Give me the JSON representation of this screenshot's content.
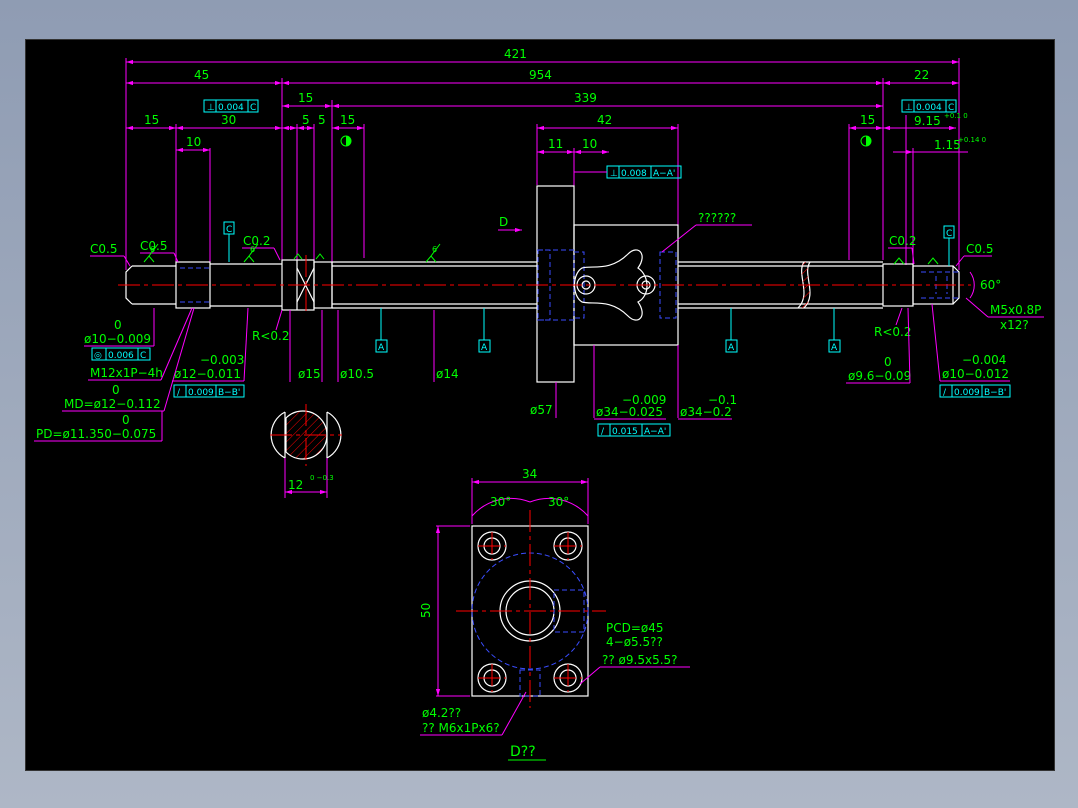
{
  "colors": {
    "background": "#000000",
    "dimension": "#ff00ff",
    "object": "#ffffff",
    "centerline": "#ff0000",
    "hidden": "#3a4dff",
    "text": "#00ff00",
    "datum": "#00ffff"
  },
  "overall": {
    "d421": "421",
    "d45": "45",
    "d954": "954",
    "d22": "22",
    "d15a": "15",
    "d339": "339",
    "d15b": "15",
    "d30": "30",
    "d10": "10",
    "d5a": "5",
    "d5b": "5",
    "d15c": "15",
    "d42": "42",
    "d11": "11",
    "d10b": "10",
    "d15d": "15",
    "d9_15": "9.15",
    "d9_15_tol": "+0.1 0",
    "d1_15": "1.15",
    "d1_15_tol": "+0.14 0"
  },
  "tolerance_frames": {
    "perp_left": {
      "sym": "⊥",
      "val": "0.004",
      "datum": "C"
    },
    "perp_right": {
      "sym": "⊥",
      "val": "0.004",
      "datum": "C"
    },
    "perp_nut": {
      "sym": "⊥",
      "val": "0.008",
      "datum": "A−A'"
    },
    "conc_left": {
      "sym": "◎",
      "val": "0.006",
      "datum": "C"
    },
    "runout_left": {
      "sym": "/",
      "val": "0.009",
      "datum": "B−B'"
    },
    "runout_right": {
      "sym": "/",
      "val": "0.009",
      "datum": "B−B'"
    },
    "runout_nut": {
      "sym": "/",
      "val": "0.015",
      "datum": "A−A'"
    }
  },
  "labels": {
    "c05_left": "C0.5",
    "c05_left2": "C0.5",
    "c02_left": "C0.2",
    "c02_right": "C0.2",
    "c05_right": "C0.5",
    "datum_c": "C",
    "datum_a": "A",
    "view_d": "D",
    "nut_note": "??????",
    "r_left": "R<0.2",
    "r_right": "R<0.2",
    "dia10_left_upper": "0",
    "dia10_left_lower": "ø10−0.009",
    "thread_left": "M12x1P−4h",
    "dia12_upper": "−0.003",
    "dia12_lower": "ø12−0.011",
    "md_upper": "0",
    "md_lower": "MD=ø12−0.112",
    "pd_upper": "0",
    "pd_lower": "PD=ø11.350−0.075",
    "dia15": "ø15",
    "dia10_5": "ø10.5",
    "dia14": "ø14",
    "dia57": "ø57",
    "dia34a_upper": "−0.009",
    "dia34a_lower": "ø34−0.025",
    "dia34b_upper": "−0.1",
    "dia34b_lower": "ø34−0.2",
    "dia9_6_upper": "0",
    "dia9_6_lower": "ø9.6−0.09",
    "dia10_right_upper": "−0.004",
    "dia10_right_lower": "ø10−0.012",
    "angle60": "60°",
    "thread_right": "M5x0.8P",
    "thread_right_depth": "x12?",
    "section_w": "12",
    "section_tol": "0 −0.3",
    "roughness": "6"
  },
  "flange_view": {
    "d34": "34",
    "a30_left": "30°",
    "a30_right": "30°",
    "d50": "50",
    "pcd": "PCD=ø45",
    "holes": "4−ø5.5??",
    "cbore": "?? ø9.5x5.5?",
    "oil_hole": "ø4.2??",
    "oil_thread": "?? M6x1Px6?",
    "title": "D??"
  }
}
